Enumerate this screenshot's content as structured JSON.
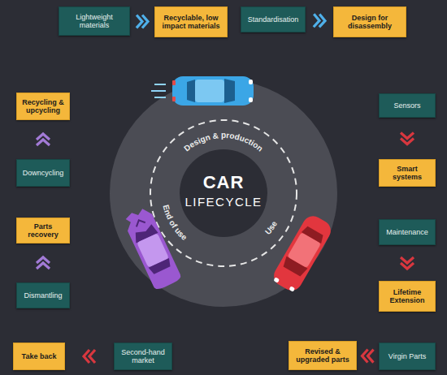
{
  "diagram": {
    "nodes": [
      {
        "text": [
          "Lightweight materials"
        ]
      },
      {
        "text": [
          "Recyclable, low impact materials"
        ]
      },
      {
        "text": [
          "Standardisation"
        ]
      },
      {
        "text": [
          "Design for disassembly"
        ]
      },
      {
        "text": [
          "Sensors"
        ]
      },
      {
        "text": [
          "Smart systems"
        ]
      },
      {
        "text": [
          "Maintenance"
        ]
      },
      {
        "text": [
          "Lifetime Extension"
        ]
      },
      {
        "text": [
          "Virgin Parts"
        ]
      },
      {
        "text": [
          "Revised & upgraded parts"
        ]
      },
      {
        "text": [
          "Second-hand market"
        ]
      },
      {
        "text": [
          "Take back"
        ]
      },
      {
        "text": [
          "Dismantling"
        ]
      },
      {
        "text": [
          "Parts recovery"
        ]
      },
      {
        "text": [
          "Downcycling"
        ]
      },
      {
        "text": [
          "Recycling & upcycling"
        ]
      }
    ],
    "edges": [
      {
        "from": 0,
        "to": 1,
        "arrow": "to"
      },
      {
        "from": 2,
        "to": 3,
        "arrow": "to"
      },
      {
        "from": 4,
        "to": 5,
        "arrow": "to"
      },
      {
        "from": 6,
        "to": 7,
        "arrow": "to"
      },
      {
        "from": 8,
        "to": 9,
        "arrow": "to"
      },
      {
        "from": 10,
        "to": 11,
        "arrow": "to"
      },
      {
        "from": 12,
        "to": 13,
        "arrow": "to"
      },
      {
        "from": 14,
        "to": 15,
        "arrow": "to"
      }
    ],
    "labels": [
      "Design & production",
      "Use",
      "End of use",
      "CAR",
      "LIFECYCLE"
    ]
  }
}
